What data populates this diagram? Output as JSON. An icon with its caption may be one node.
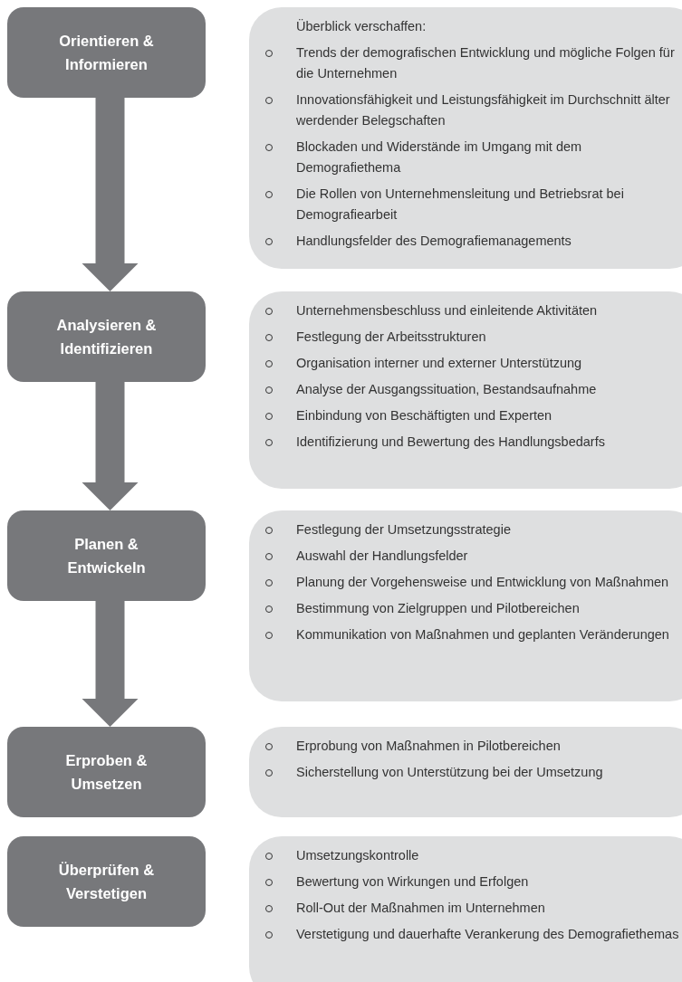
{
  "diagram": {
    "nodes": [
      {
        "text": [
          "Orientieren & Informieren"
        ]
      },
      {
        "text": [
          "Überblick verschaffen:",
          "Trends der demografischen Entwicklung und mögliche Folgen für die Unternehmen",
          "Innovationsfähigkeit und Leistungsfähigkeit im Durchschnitt älter werdender Belegschaften",
          "Blockaden und Widerstände im Umgang mit dem Demografiethema",
          "Die Rollen von Unternehmensleitung und Betriebsrat bei Demografiearbeit",
          "Handlungsfelder des Demografiemanagements"
        ]
      },
      {
        "text": [
          "Analysieren & Identifizieren"
        ]
      },
      {
        "text": [
          "Unternehmensbeschluss und einleitende Aktivitäten",
          "Festlegung der Arbeitsstrukturen",
          "Organisation interner und externer Unterstützung",
          "Analyse der Ausgangssituation, Bestandsaufnahme",
          "Einbindung von Beschäftigten und Experten",
          "Identifizierung und Bewertung des Handlungsbedarfs"
        ]
      },
      {
        "text": [
          "Planen & Entwickeln"
        ]
      },
      {
        "text": [
          "Festlegung der Umsetzungsstrategie",
          "Auswahl der Handlungsfelder",
          "Planung der Vorgehensweise und Entwicklung von Maßnahmen",
          "Bestimmung von Zielgruppen und Pilotbereichen",
          "Kommunikation von Maßnahmen und geplanten Veränderungen"
        ]
      },
      {
        "text": [
          "Erproben & Umsetzen"
        ]
      },
      {
        "text": [
          "Erprobung von Maßnahmen in Pilotbereichen",
          "Sicherstellung von Unterstützung bei der Umsetzung"
        ]
      },
      {
        "text": [
          "Überprüfen & Verstetigen"
        ]
      },
      {
        "text": [
          "Umsetzungskontrolle",
          "Bewertung von Wirkungen und Erfolgen",
          "Roll-Out der Maßnahmen im Unternehmen",
          "Verstetigung und dauerhafte Verankerung des Demografiethemas"
        ]
      }
    ],
    "edges": [
      {
        "from": 0,
        "to": 2,
        "arrow": "to"
      },
      {
        "from": 2,
        "to": 4,
        "arrow": "to"
      },
      {
        "from": 4,
        "to": 6,
        "arrow": "to"
      }
    ]
  }
}
